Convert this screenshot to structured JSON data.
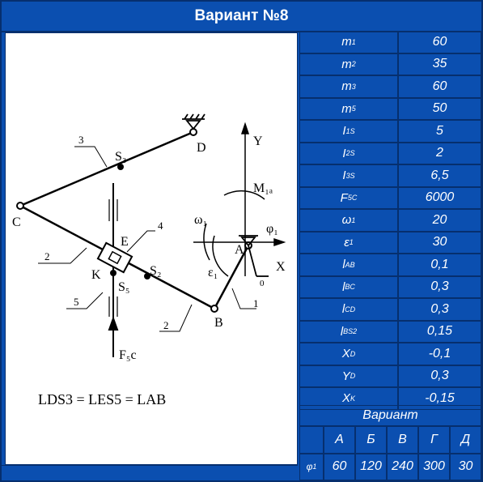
{
  "title": "Вариант №8",
  "params": [
    {
      "sym": "m",
      "sub": "1",
      "value": "60"
    },
    {
      "sym": "m",
      "sub": "2",
      "value": "35"
    },
    {
      "sym": "m",
      "sub": "3",
      "value": "60"
    },
    {
      "sym": "m",
      "sub": "5",
      "value": "50"
    },
    {
      "sym": "I",
      "sub": "1S",
      "value": "5"
    },
    {
      "sym": "I",
      "sub": "2S",
      "value": "2"
    },
    {
      "sym": "I",
      "sub": "3S",
      "value": "6,5"
    },
    {
      "sym": "F",
      "sub": "5C",
      "value": "6000"
    },
    {
      "sym": "ω",
      "sub": "1",
      "value": "20"
    },
    {
      "sym": "ε",
      "sub": "1",
      "value": "30"
    },
    {
      "sym": "l",
      "sub": "AB",
      "value": "0,1"
    },
    {
      "sym": "l",
      "sub": "BC",
      "value": "0,3"
    },
    {
      "sym": "l",
      "sub": "CD",
      "value": "0,3"
    },
    {
      "sym": "l",
      "sub": "BS2",
      "value": "0,15"
    },
    {
      "sym": "X",
      "sub": "D",
      "value": "-0,1"
    },
    {
      "sym": "Y",
      "sub": "D",
      "value": "0,3"
    },
    {
      "sym": "X",
      "sub": "K",
      "value": "-0,15"
    }
  ],
  "variant": {
    "header": "Вариант",
    "row_label_sym": "φ",
    "row_label_sub": "1",
    "columns": [
      "А",
      "Б",
      "В",
      "Г",
      "Д"
    ],
    "values": [
      "60",
      "120",
      "240",
      "300",
      "30"
    ]
  },
  "diagram": {
    "labels": {
      "D": "D",
      "C": "C",
      "B": "B",
      "A": "A",
      "E": "E",
      "K": "K",
      "S3": "S₃",
      "S2": "S₂",
      "S5": "S₅",
      "Y": "Y",
      "X": "X",
      "zero": "0",
      "M1a": "M₁ₐ",
      "omega1": "ω₁",
      "phi1": "φ₁",
      "eps1": "ε₁",
      "F5c": "F₅c",
      "n3": "3",
      "n2a": "2",
      "n2b": "2",
      "n4": "4",
      "n5": "5",
      "n1": "1"
    },
    "formula": "LDS3 = LES5 = LAB"
  }
}
